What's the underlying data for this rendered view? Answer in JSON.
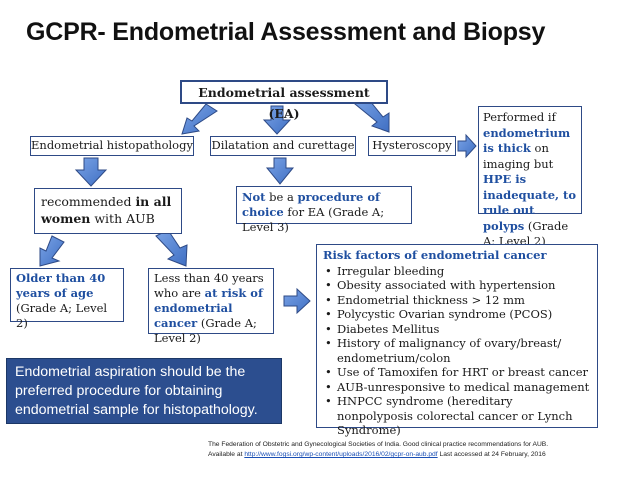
{
  "title": "GCPR- Endometrial Assessment and Biopsy",
  "colors": {
    "accent": "#2c4e8f",
    "arrow_fill": "#4f7fd0",
    "highlight_text": "#1f4fa0"
  },
  "endometrial_assessment": "Endometrial assessment (EA)",
  "methods": {
    "histopathology": "Endometrial histopathology",
    "dc": "Dilatation and curettage",
    "hysteroscopy": "Hysteroscopy"
  },
  "hysteroscopy_note": {
    "p1": "Performed if ",
    "h1": "endometrium is thick",
    "p2": " on imaging but ",
    "h2": "HPE is inadequate, to rule out polyps",
    "p3": " (Grade A; Level 2)"
  },
  "recommended": {
    "p1": "recommended ",
    "b1": "in all women",
    "p2": " with AUB"
  },
  "dc_note": {
    "h1": "Not",
    "p1": " be a ",
    "h2": "procedure of choice",
    "p2": " for EA (Grade A; Level 3)"
  },
  "older": {
    "h1": "Older than 40 years of age",
    "p1": " (Grade A; Level 2)"
  },
  "younger": {
    "p1": "Less than 40 years who are ",
    "h1": "at risk of endometrial cancer",
    "p2": " (Grade A; Level 2)"
  },
  "risk_factors": {
    "heading": "Risk factors of endometrial cancer",
    "items": [
      "Irregular bleeding",
      "Obesity associated with hypertension",
      "Endometrial thickness > 12 mm",
      "Polycystic Ovarian syndrome (PCOS)",
      "Diabetes Mellitus",
      "History of malignancy of ovary/breast/ endometrium/colon",
      "Use of Tamoxifen  for HRT or breast cancer",
      "AUB-unresponsive to medical management",
      "HNPCC syndrome (hereditary nonpolyposis colorectal cancer or Lynch Syndrome)"
    ]
  },
  "aspiration": "Endometrial aspiration should be the preferred procedure for obtaining endometrial sample for histopathology.",
  "footer": {
    "line1": "The Federation of  Obstetric and Gynecological Societies of India. Good clinical practice recommendations for AUB.",
    "avail": "Available at ",
    "url": "http://www.fogsi.org/wp-content/uploads/2016/02/gcpr-on-aub.pdf",
    "accessed": "  Last accessed at 24 February, 2016"
  }
}
